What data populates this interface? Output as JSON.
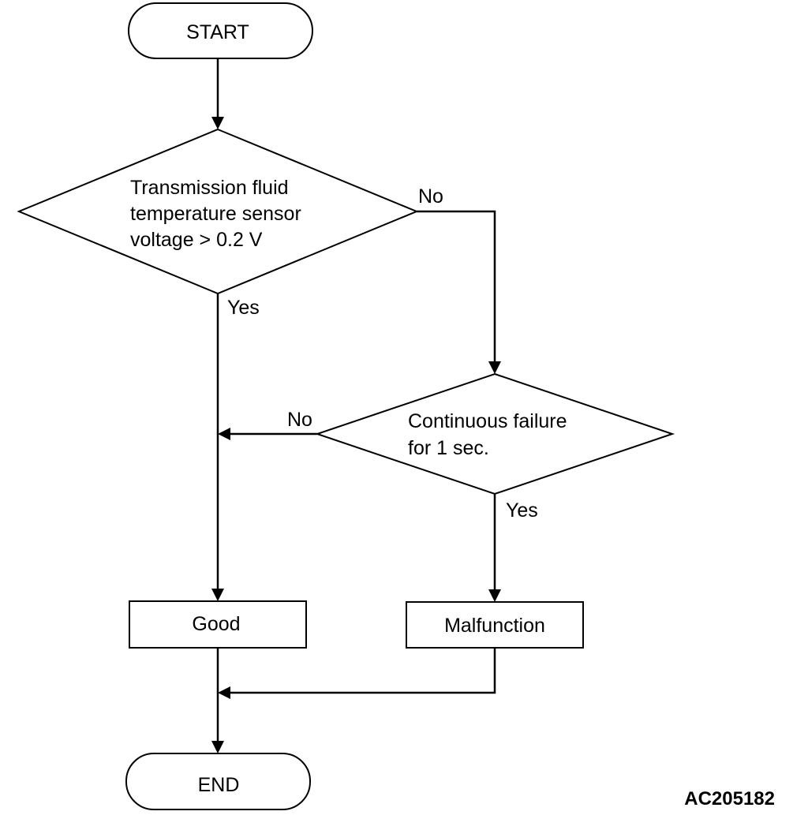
{
  "nodes": {
    "start": {
      "label": "START"
    },
    "decision_1": {
      "lines": [
        "Transmission fluid",
        "temperature sensor",
        "voltage > 0.2 V"
      ]
    },
    "decision_2": {
      "lines": [
        "Continuous failure",
        "for 1 sec."
      ]
    },
    "good": {
      "label": "Good"
    },
    "malfunction": {
      "label": "Malfunction"
    },
    "end": {
      "label": "END"
    }
  },
  "edges": {
    "decision_1_no": "No",
    "decision_1_yes": "Yes",
    "decision_2_no": "No",
    "decision_2_yes": "Yes"
  },
  "figure_code": "AC205182"
}
